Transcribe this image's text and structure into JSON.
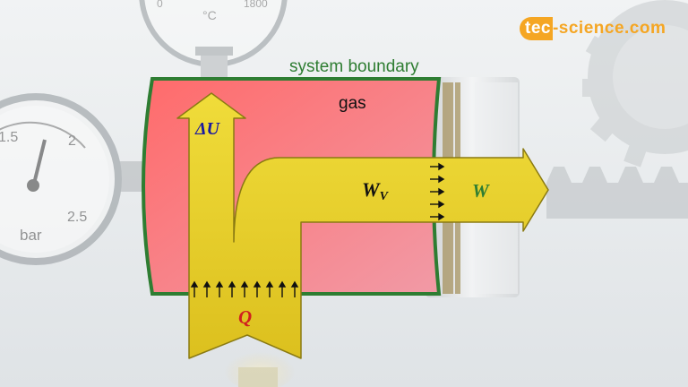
{
  "logo": {
    "part1": "tec",
    "part2": "-",
    "part3": "science.com",
    "color": "#f5a623"
  },
  "diagram": {
    "system_boundary_label": "system boundary",
    "gas_label": "gas",
    "delta_u_label": "ΔU",
    "heat_label": "Q",
    "volume_work_label": "W",
    "volume_work_subscript": "V",
    "work_label": "W"
  },
  "gauges": {
    "pressure": {
      "unit": "bar",
      "ticks": [
        "1.5",
        "2",
        "2.5"
      ]
    },
    "temperature": {
      "unit": "°C",
      "ticks": [
        "0",
        "1800"
      ]
    }
  },
  "colors": {
    "gas_fill": "#f46f78",
    "boundary": "#2e7d32",
    "arrow_fill": "#e8cf2c",
    "arrow_stroke": "#6b5d0d",
    "delta_u_text": "#1a1aa0",
    "heat_text": "#d01f1f",
    "work_text": "#2e7d32",
    "volume_work_text": "#111111"
  }
}
